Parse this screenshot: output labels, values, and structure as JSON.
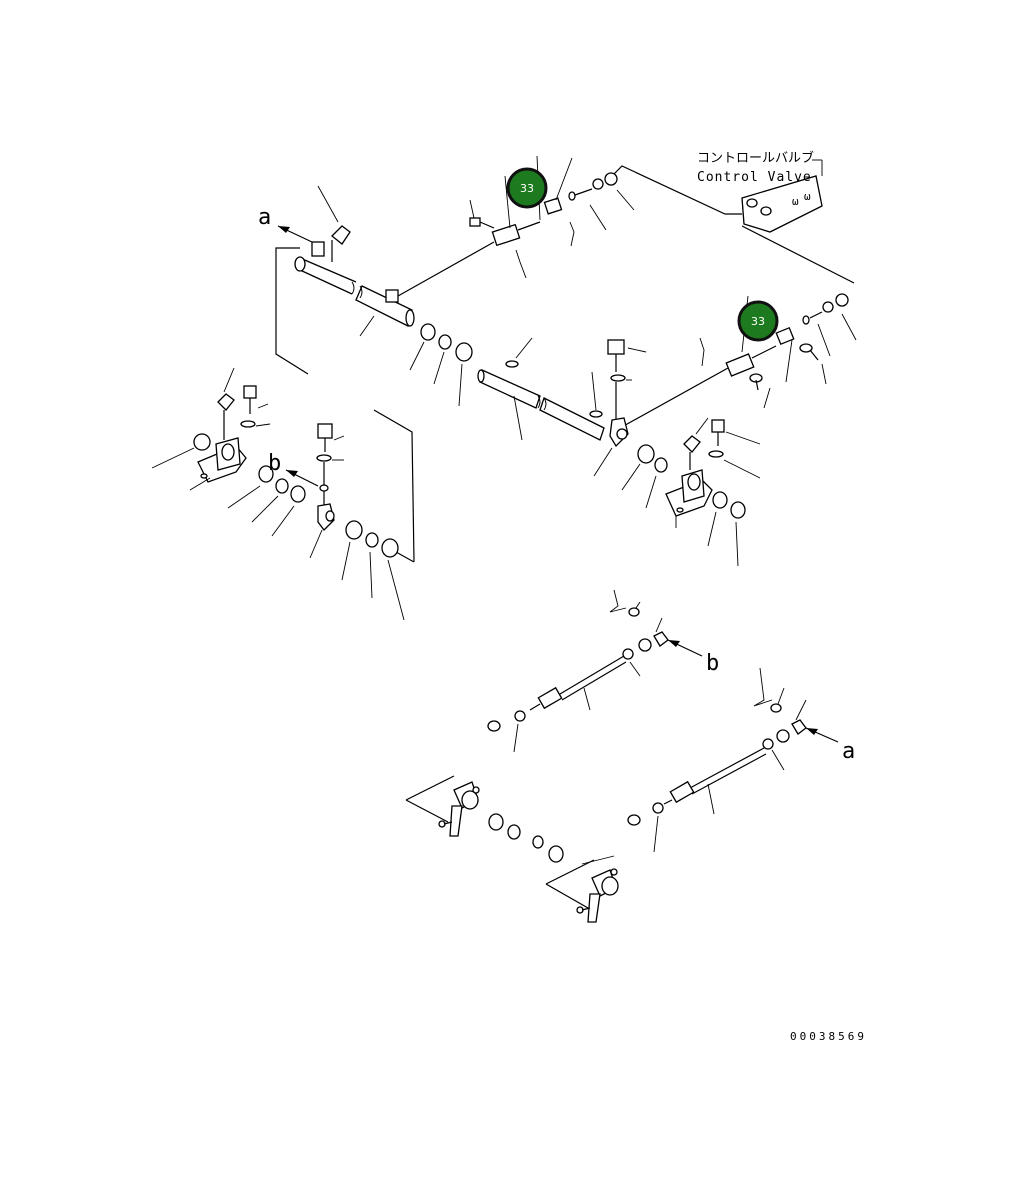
{
  "labels": {
    "control_valve_jp": "コントロールバルブ",
    "control_valve_en": "Control Valve",
    "arrow_a": "a",
    "arrow_b": "b",
    "drawing_number": "00038569"
  },
  "callouts": [
    {
      "label": "33",
      "color": "#1e7a1e"
    },
    {
      "label": "33",
      "color": "#1e7a1e"
    }
  ]
}
